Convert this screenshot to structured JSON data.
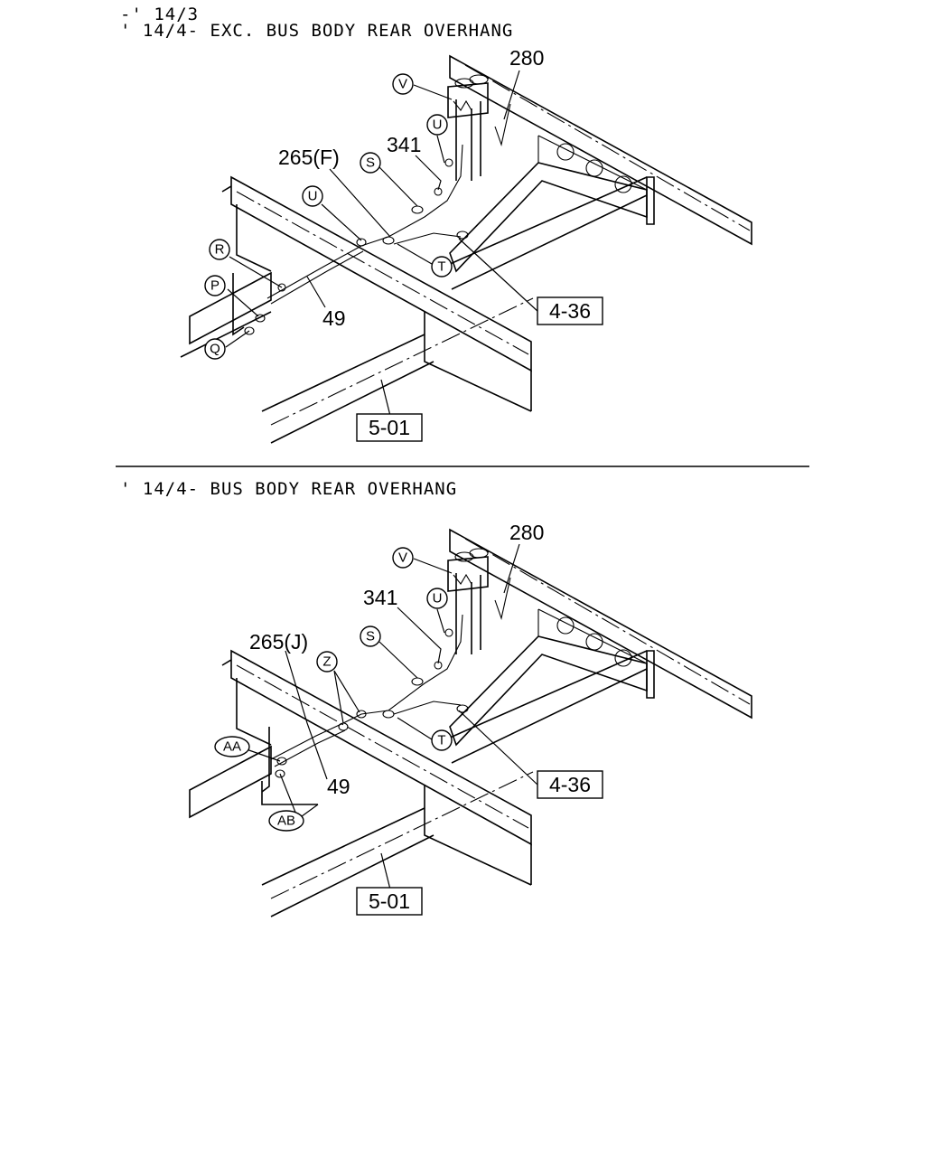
{
  "sections": [
    {
      "caption_line1": "-' 14/3",
      "caption_line2": "' 14/4- EXC. BUS BODY REAR OVERHANG",
      "callouts": {
        "c280": "280",
        "c341": "341",
        "c265": "265(F)",
        "c49": "49",
        "V": "V",
        "U1": "U",
        "U2": "U",
        "S": "S",
        "T": "T",
        "R": "R",
        "P": "P",
        "Q": "Q",
        "ref436": "4-36",
        "ref501": "5-01"
      }
    },
    {
      "caption_line1": "' 14/4- BUS BODY REAR OVERHANG",
      "callouts": {
        "c280": "280",
        "c341": "341",
        "c265": "265(J)",
        "c49": "49",
        "V": "V",
        "U": "U",
        "S": "S",
        "Z": "Z",
        "T": "T",
        "AA": "AA",
        "AB": "AB",
        "ref436": "4-36",
        "ref501": "5-01"
      }
    }
  ]
}
